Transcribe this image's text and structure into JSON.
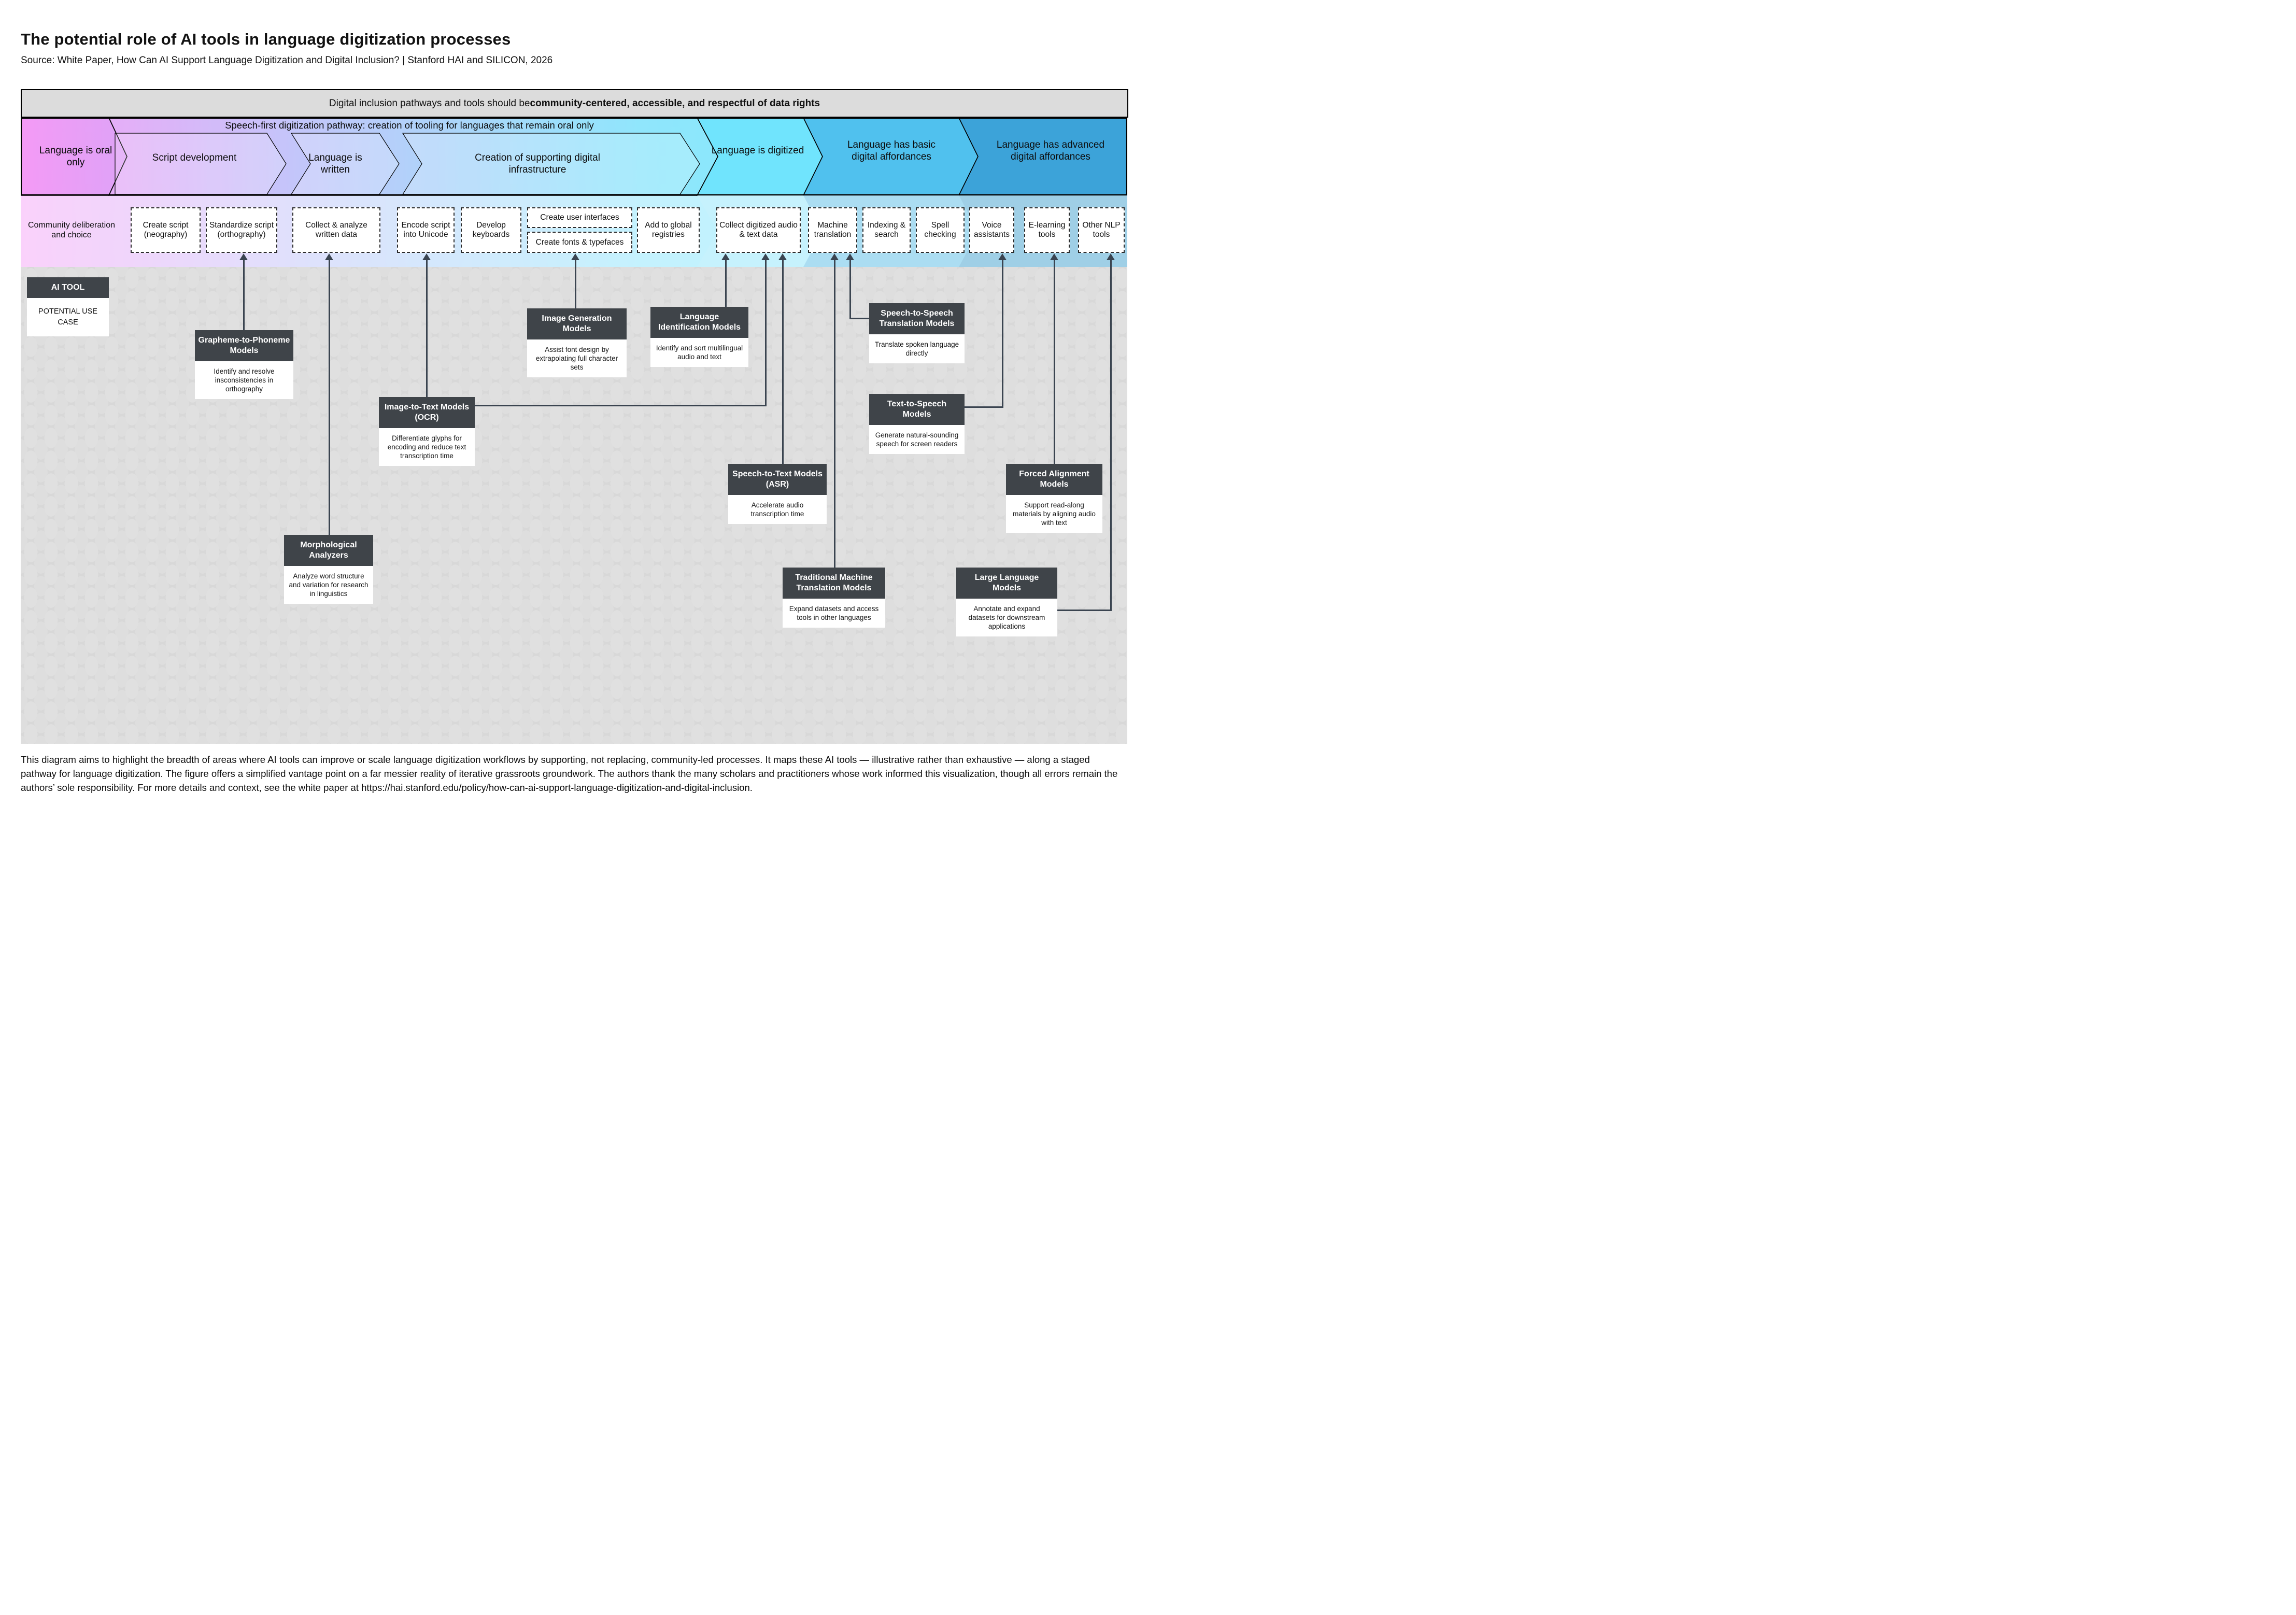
{
  "header": {
    "title": "The potential role of AI tools in language digitization processes",
    "source": "Source: White Paper, How Can AI Support Language Digitization and Digital Inclusion? | Stanford HAI and SILICON, 2026"
  },
  "banner": {
    "text_regular": "Digital inclusion pathways and tools should be ",
    "text_bold": "community-centered, accessible, and respectful of data rights"
  },
  "pathway": {
    "speech_first_label": "Speech-first digitization pathway: creation of tooling for languages that remain oral only",
    "stages": {
      "oral": "Language is oral only",
      "script_dev": "Script development",
      "written": "Language is written",
      "infra": "Creation of supporting digital infrastructure",
      "digitized": "Language is digitized",
      "basic": "Language has basic digital affordances",
      "advanced": "Language has advanced digital affordances"
    }
  },
  "steps": {
    "community": "Community deliberation and choice",
    "create_script": "Create script (neography)",
    "standardize_script": "Standardize script (orthography)",
    "collect_analyze": "Collect & analyze written data",
    "encode_unicode": "Encode script into Unicode",
    "develop_keyboards": "Develop keyboards",
    "create_ui": "Create user interfaces",
    "create_fonts": "Create fonts & typefaces",
    "global_registries": "Add to global registries",
    "collect_digitized": "Collect digitized audio & text data",
    "machine_translation": "Machine translation",
    "indexing_search": "Indexing & search",
    "spell_checking": "Spell checking",
    "voice_assistants": "Voice assistants",
    "elearning_tools": "E-learning tools",
    "other_nlp": "Other NLP tools"
  },
  "legend": {
    "tool": "AI TOOL",
    "use_case": "POTENTIAL USE CASE"
  },
  "tools": {
    "g2p": {
      "title": "Grapheme-to-Phoneme Models",
      "desc": "Identify and resolve insconsistencies in orthography"
    },
    "morph": {
      "title": "Morphological Analyzers",
      "desc": "Analyze word structure and variation for research in linguistics"
    },
    "ocr": {
      "title": "Image-to-Text Models (OCR)",
      "desc": "Differentiate glyphs for encoding and reduce text transcription time"
    },
    "imagegen": {
      "title": "Image Generation Models",
      "desc": "Assist font design by extrapolating full character sets"
    },
    "langid": {
      "title": "Language Identification Models",
      "desc": "Identify and sort multilingual audio and text"
    },
    "s2s": {
      "title": "Speech-to-Speech Translation Models",
      "desc": "Translate spoken language directly"
    },
    "tts": {
      "title": "Text-to-Speech Models",
      "desc": "Generate natural-sounding speech for screen readers"
    },
    "asr": {
      "title": "Speech-to-Text Models (ASR)",
      "desc": "Accelerate audio transcription time"
    },
    "falign": {
      "title": "Forced Alignment Models",
      "desc": "Support read-along materials by aligning audio with text"
    },
    "tradmt": {
      "title": "Traditional Machine Translation Models",
      "desc": "Expand datasets and access tools in other languages"
    },
    "llm": {
      "title": "Large Language Models",
      "desc": "Annotate and expand datasets for downstream applications"
    }
  },
  "footer": "This diagram aims to highlight the breadth of areas where AI tools can improve or scale language digitization workflows by supporting, not replacing, community-led processes. It maps these AI tools — illustrative rather than exhaustive — along a staged pathway for language digitization. The figure offers a simplified vantage point on a far messier reality of iterative grassroots groundwork. The authors thank the many scholars and practitioners whose work informed this visualization, though all errors remain the authors’ sole responsibility. For more details and context, see the white paper at https://hai.stanford.edu/policy/how-can-ai-support-language-digitization-and-digital-inclusion.",
  "colors": {
    "stage_oral_pink": "#f09af5",
    "stage_purple": "#c3aaf8",
    "stage_blue": "#9ecdfa",
    "stage_cyan": "#79e3fc",
    "stage_digitized": "#70e4fd",
    "stage_basic": "#50c1ee",
    "stage_advanced": "#3ca3d9",
    "tool_header_dark": "#3f4449",
    "connector": "#3a4450",
    "banner_grey": "#dcdcdc",
    "pattern_grey": "#d8d8d8"
  }
}
